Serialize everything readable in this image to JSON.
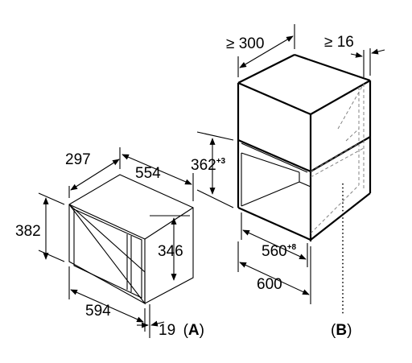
{
  "microwave": {
    "depth": "297",
    "width": "554",
    "height": "382",
    "door_height": "346",
    "front_width": "594",
    "front_offset": "19",
    "label_open": "(",
    "label_letter": "A",
    "label_close": ")"
  },
  "cabinet": {
    "min_depth": "≥ 300",
    "min_clearance": "≥ 16",
    "opening_height": "362",
    "opening_height_tol": "+3",
    "opening_width": "560",
    "opening_width_tol": "+8",
    "cabinet_width": "600",
    "label_open": "(",
    "label_letter": "B",
    "label_close": ")"
  }
}
